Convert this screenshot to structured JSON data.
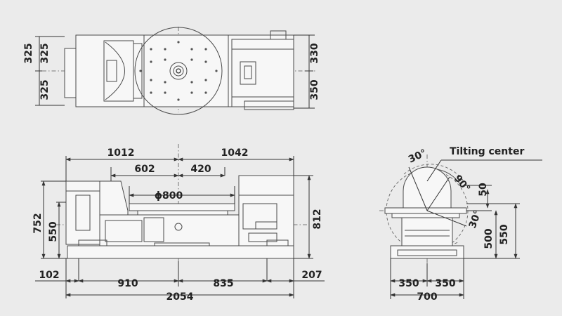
{
  "top_view": {
    "dims_left": [
      "325",
      "325",
      "325"
    ],
    "dims_right": [
      "330",
      "350"
    ]
  },
  "front_view": {
    "top_dims": [
      "1012",
      "1042"
    ],
    "inner_dims": [
      "602",
      "420"
    ],
    "diameter": "ϕ800",
    "left_dims": [
      "752",
      "550"
    ],
    "right_dim": "812",
    "bottom_dims": [
      "102",
      "910",
      "835",
      "207"
    ],
    "total_dim": "2054"
  },
  "side_view": {
    "title": "Tilting center",
    "angles": [
      "30°",
      "90°",
      "30°"
    ],
    "right_dims": [
      "50",
      "500",
      "550"
    ],
    "bottom_dims": [
      "350",
      "350"
    ],
    "total_dim": "700"
  }
}
